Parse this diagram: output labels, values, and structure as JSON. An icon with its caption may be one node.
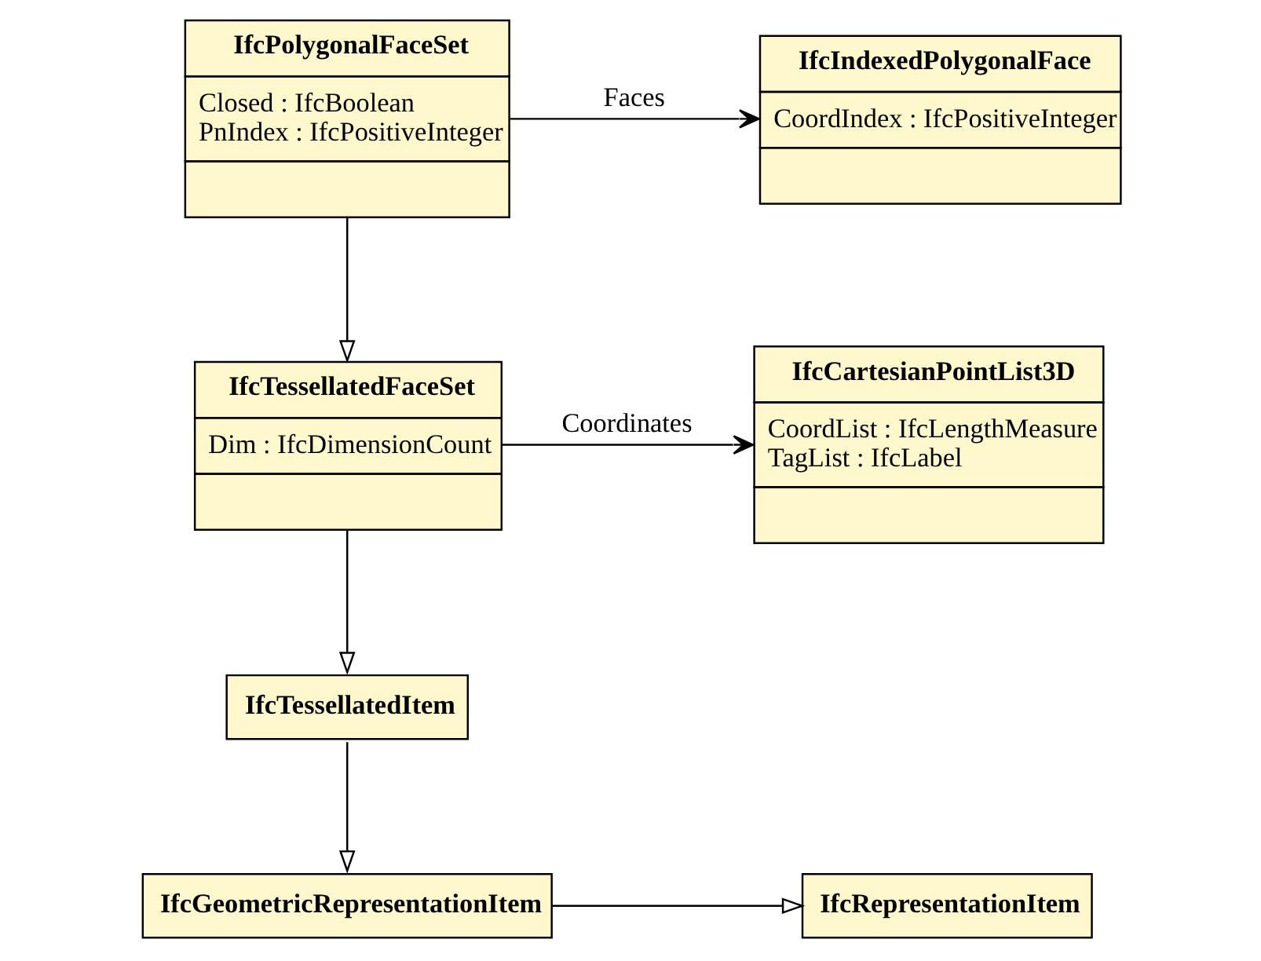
{
  "diagram": {
    "nodes": [
      {
        "text": [
          "IfcPolygonalFaceSet",
          "Closed : IfcBoolean",
          "PnIndex : IfcPositiveInteger"
        ]
      },
      {
        "text": [
          "IfcIndexedPolygonalFace",
          "CoordIndex : IfcPositiveInteger"
        ]
      },
      {
        "text": [
          "IfcCartesianPointList3D",
          "CoordList : IfcLengthMeasure",
          "TagList : IfcLabel"
        ]
      },
      {
        "text": [
          "IfcTessellatedFaceSet",
          "Dim : IfcDimensionCount"
        ]
      },
      {
        "text": [
          "IfcTessellatedItem"
        ]
      },
      {
        "text": [
          "IfcGeometricRepresentationItem"
        ]
      },
      {
        "text": [
          "IfcRepresentationItem"
        ]
      }
    ],
    "edges": [
      {
        "from": 0,
        "to": 1,
        "arrow": "to",
        "label": "Faces"
      },
      {
        "from": 0,
        "to": 3,
        "arrow": "to"
      },
      {
        "from": 3,
        "to": 2,
        "arrow": "to",
        "label": "Coordinates"
      },
      {
        "from": 3,
        "to": 4,
        "arrow": "to"
      },
      {
        "from": 4,
        "to": 5,
        "arrow": "to"
      },
      {
        "from": 5,
        "to": 6,
        "arrow": "to"
      }
    ]
  }
}
